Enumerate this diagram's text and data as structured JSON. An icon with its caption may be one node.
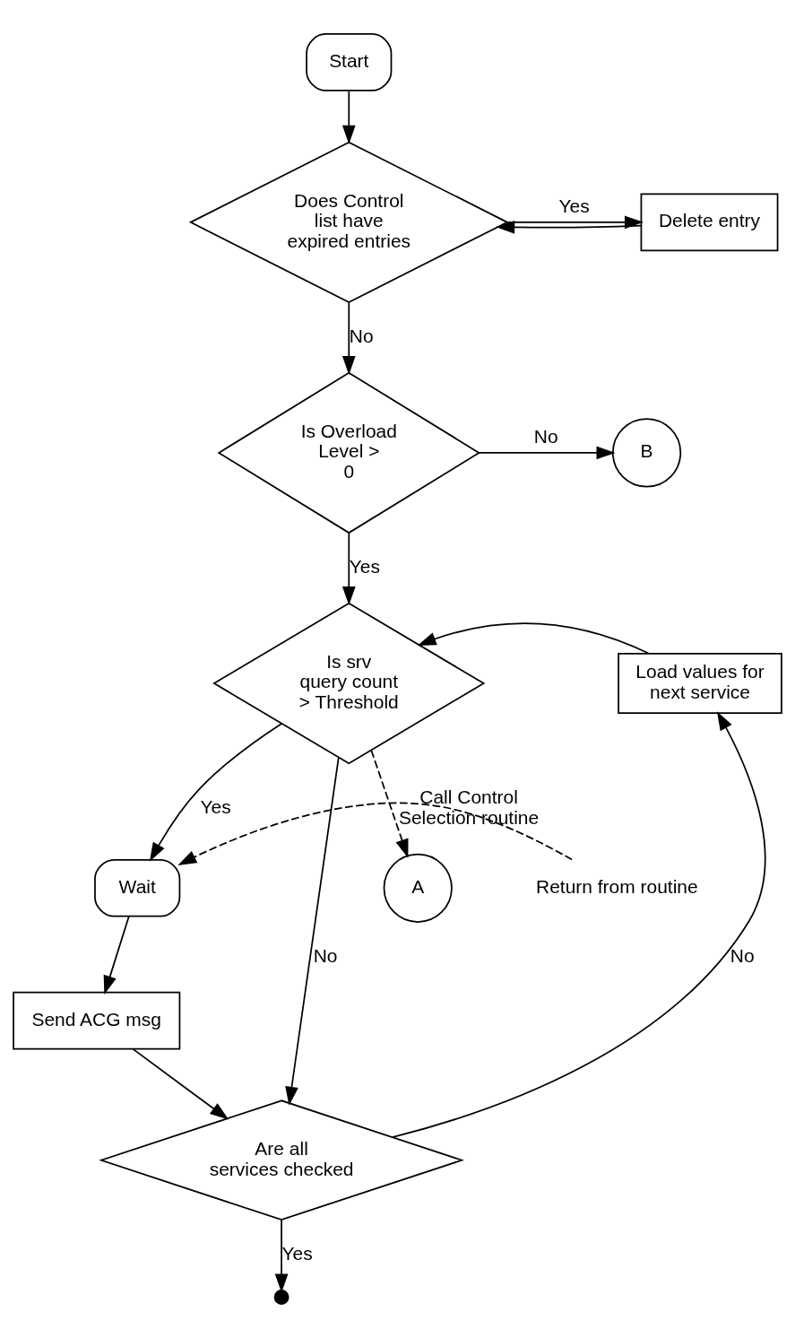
{
  "diagram": {
    "nodes": [
      {
        "text": [
          "Start"
        ]
      },
      {
        "text": [
          "Does Control list have expired entries"
        ]
      },
      {
        "text": [
          "Delete entry"
        ]
      },
      {
        "text": [
          "Is Overload Level > 0"
        ]
      },
      {
        "text": [
          "B"
        ]
      },
      {
        "text": [
          "Is srv query count > Threshold"
        ]
      },
      {
        "text": [
          "Load values for next service"
        ]
      },
      {
        "text": [
          "A"
        ]
      },
      {
        "text": [
          "Return from routine"
        ]
      },
      {
        "text": [
          "Wait"
        ]
      },
      {
        "text": [
          "Send ACG msg"
        ]
      },
      {
        "text": [
          "Are all services checked"
        ]
      },
      {
        "text": [],
        "shape": "cross"
      }
    ],
    "edges": [
      {
        "from": 0,
        "to": 1,
        "arrow": "to"
      },
      {
        "from": 1,
        "to": 2,
        "arrow": "to",
        "label": "Yes"
      },
      {
        "from": 2,
        "to": 1,
        "arrow": "to"
      },
      {
        "from": 1,
        "to": 3,
        "arrow": "to",
        "label": "No"
      },
      {
        "from": 3,
        "to": 4,
        "arrow": "to",
        "label": "No"
      },
      {
        "from": 3,
        "to": 5,
        "arrow": "to",
        "label": "Yes"
      },
      {
        "from": 6,
        "to": 5,
        "arrow": "to"
      },
      {
        "from": 5,
        "to": 9,
        "arrow": "to",
        "label": "Yes"
      },
      {
        "from": 5,
        "to": 11,
        "arrow": "to",
        "label": "No"
      },
      {
        "from": 5,
        "to": 7,
        "arrow": "to",
        "label": "Call Control Selection routine",
        "style": "dashed"
      },
      {
        "from": 8,
        "to": 9,
        "arrow": "to",
        "style": "dashed"
      },
      {
        "from": 9,
        "to": 10,
        "arrow": "to"
      },
      {
        "from": 10,
        "to": 11,
        "arrow": "to"
      },
      {
        "from": 11,
        "to": 6,
        "arrow": "to",
        "label": "No"
      },
      {
        "from": 11,
        "to": 12,
        "arrow": "to",
        "label": "Yes"
      }
    ]
  }
}
